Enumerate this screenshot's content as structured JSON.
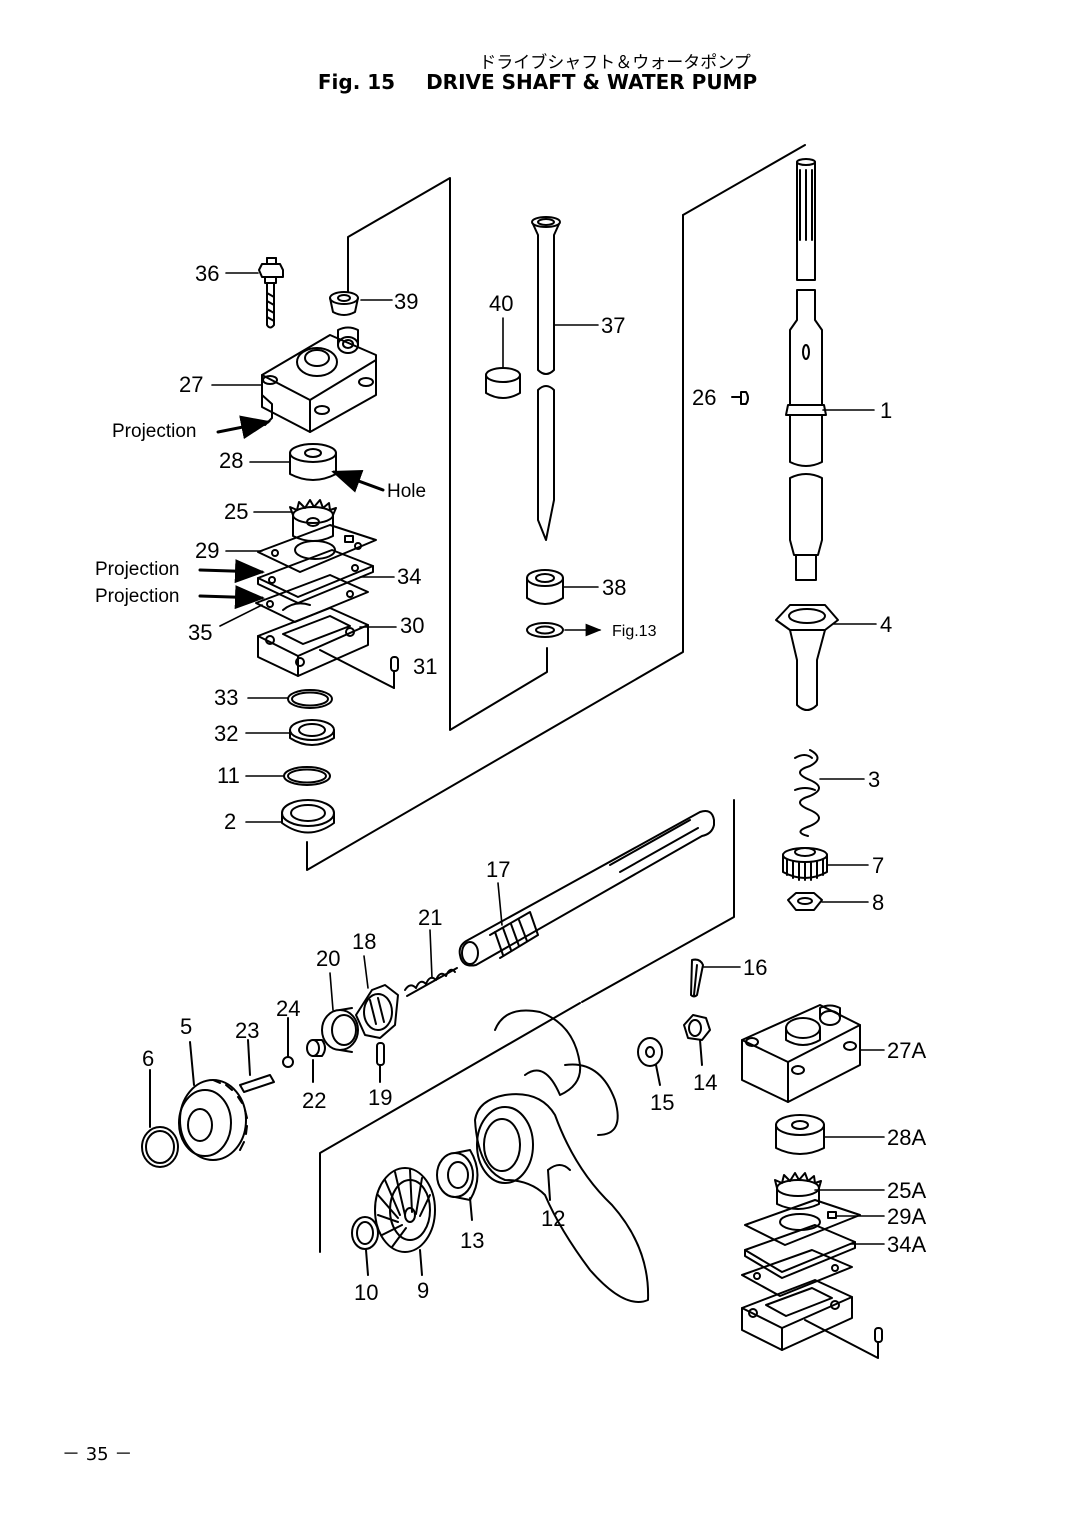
{
  "header": {
    "title_jp": "ドライブシャフト＆ウォータポンプ",
    "fig_label": "Fig. 15",
    "title_en": "DRIVE SHAFT & WATER PUMP"
  },
  "callouts": {
    "c36": "36",
    "c39": "39",
    "c27": "27",
    "c28": "28",
    "c25": "25",
    "c29": "29",
    "c34": "34",
    "c35": "35",
    "c30": "30",
    "c31": "31",
    "c33": "33",
    "c32": "32",
    "c11": "11",
    "c2": "2",
    "c40": "40",
    "c37": "37",
    "c38": "38",
    "c26": "26",
    "c1": "1",
    "c4": "4",
    "c3": "3",
    "c7": "7",
    "c8": "8",
    "c17": "17",
    "c21": "21",
    "c18": "18",
    "c20": "20",
    "c24": "24",
    "c23": "23",
    "c5": "5",
    "c6": "6",
    "c22": "22",
    "c19": "19",
    "c16": "16",
    "c14": "14",
    "c15": "15",
    "c12": "12",
    "c13": "13",
    "c9": "9",
    "c10": "10",
    "c27A": "27A",
    "c28A": "28A",
    "c25A": "25A",
    "c29A": "29A",
    "c34A": "34A"
  },
  "notes": {
    "projection_top": "Projection",
    "hole": "Hole",
    "projection_1": "Projection",
    "projection_2": "Projection",
    "fig13_ref": "Fig.13"
  },
  "page_number": "－ 35 －",
  "colors": {
    "ink": "#000000",
    "paper": "#ffffff"
  }
}
